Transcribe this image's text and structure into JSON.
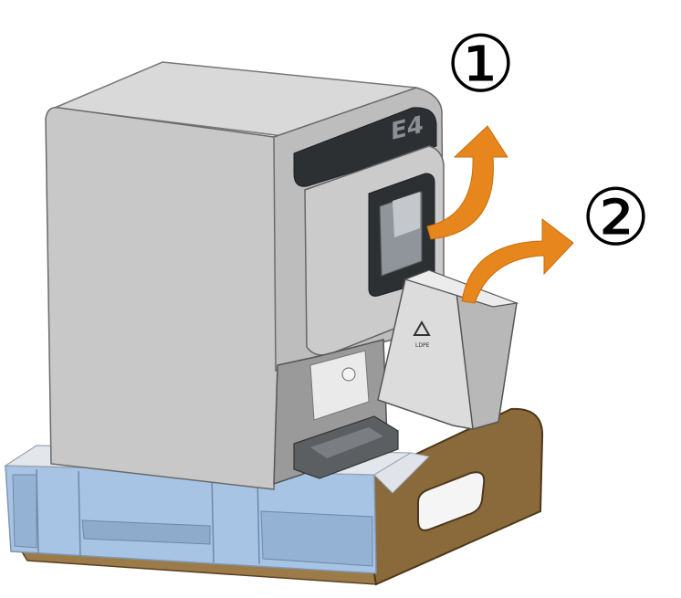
{
  "brand_mark": "E4",
  "steps": [
    {
      "marker": "①"
    },
    {
      "marker": "②"
    }
  ],
  "colors": {
    "arrow": "#e8861e",
    "machine_body": "#c8c8c8",
    "machine_top": "#d9d9d9",
    "front_panel": "#2d3033",
    "tray_board": "#8a6a3a",
    "foam_base": "#a8c4e4",
    "cartridge": "#dcdcdc"
  },
  "icons": {
    "arrow_1": "curved-arrow-up-right",
    "arrow_2": "curved-arrow-right",
    "recycle": "recycle-symbol"
  }
}
